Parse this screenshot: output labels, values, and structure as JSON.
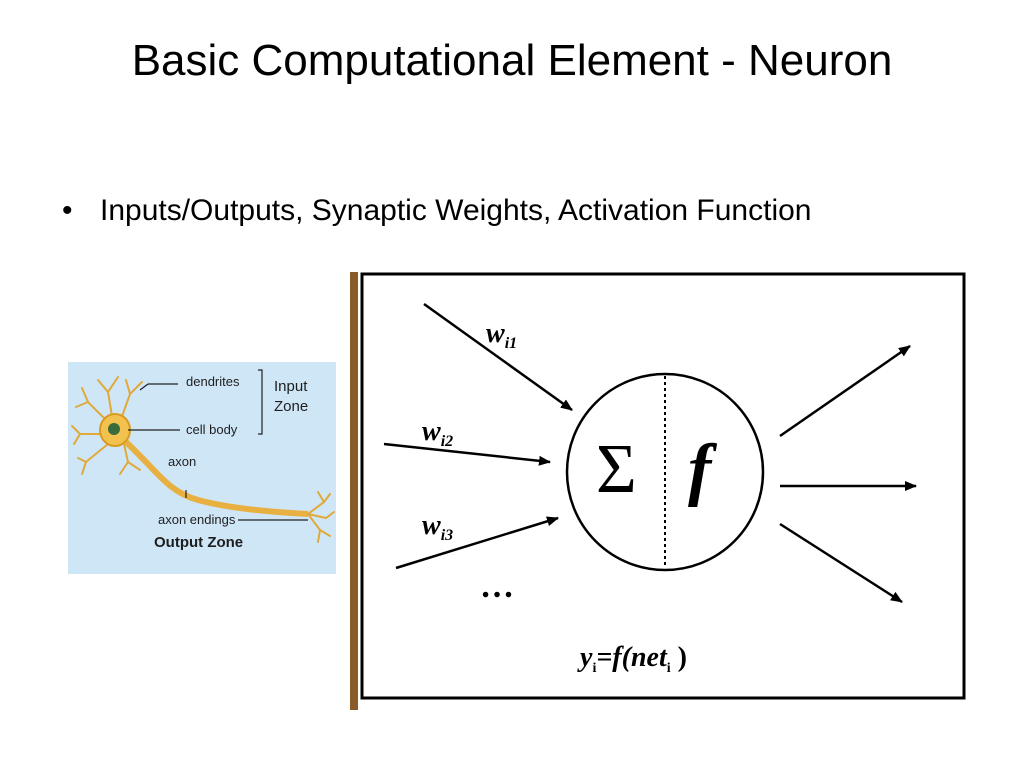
{
  "slide": {
    "title": "Basic Computational Element - Neuron",
    "bullet_symbol": "•",
    "bullet_text": "Inputs/Outputs, Synaptic Weights, Activation Function"
  },
  "neuron_figure": {
    "labels": {
      "dendrites": "dendrites",
      "cell_body": "cell body",
      "input_zone_line1": "Input",
      "input_zone_line2": "Zone",
      "axon": "axon",
      "axon_endings": "axon endings",
      "output_zone": "Output Zone"
    },
    "background_color": "#cfe6f7",
    "neuron_color": "#f2c14e"
  },
  "model_diagram": {
    "weight_base": "w",
    "weights": [
      "i1",
      "i2",
      "i3"
    ],
    "sum_symbol": "Σ",
    "activation_symbol": "f",
    "ellipsis": "…",
    "formula": {
      "y": "y",
      "y_sub": "i",
      "eq": "=f(",
      "net": "net",
      "net_sub": "i",
      "close": " )"
    },
    "frame_accent_color": "#8b5a2b"
  }
}
